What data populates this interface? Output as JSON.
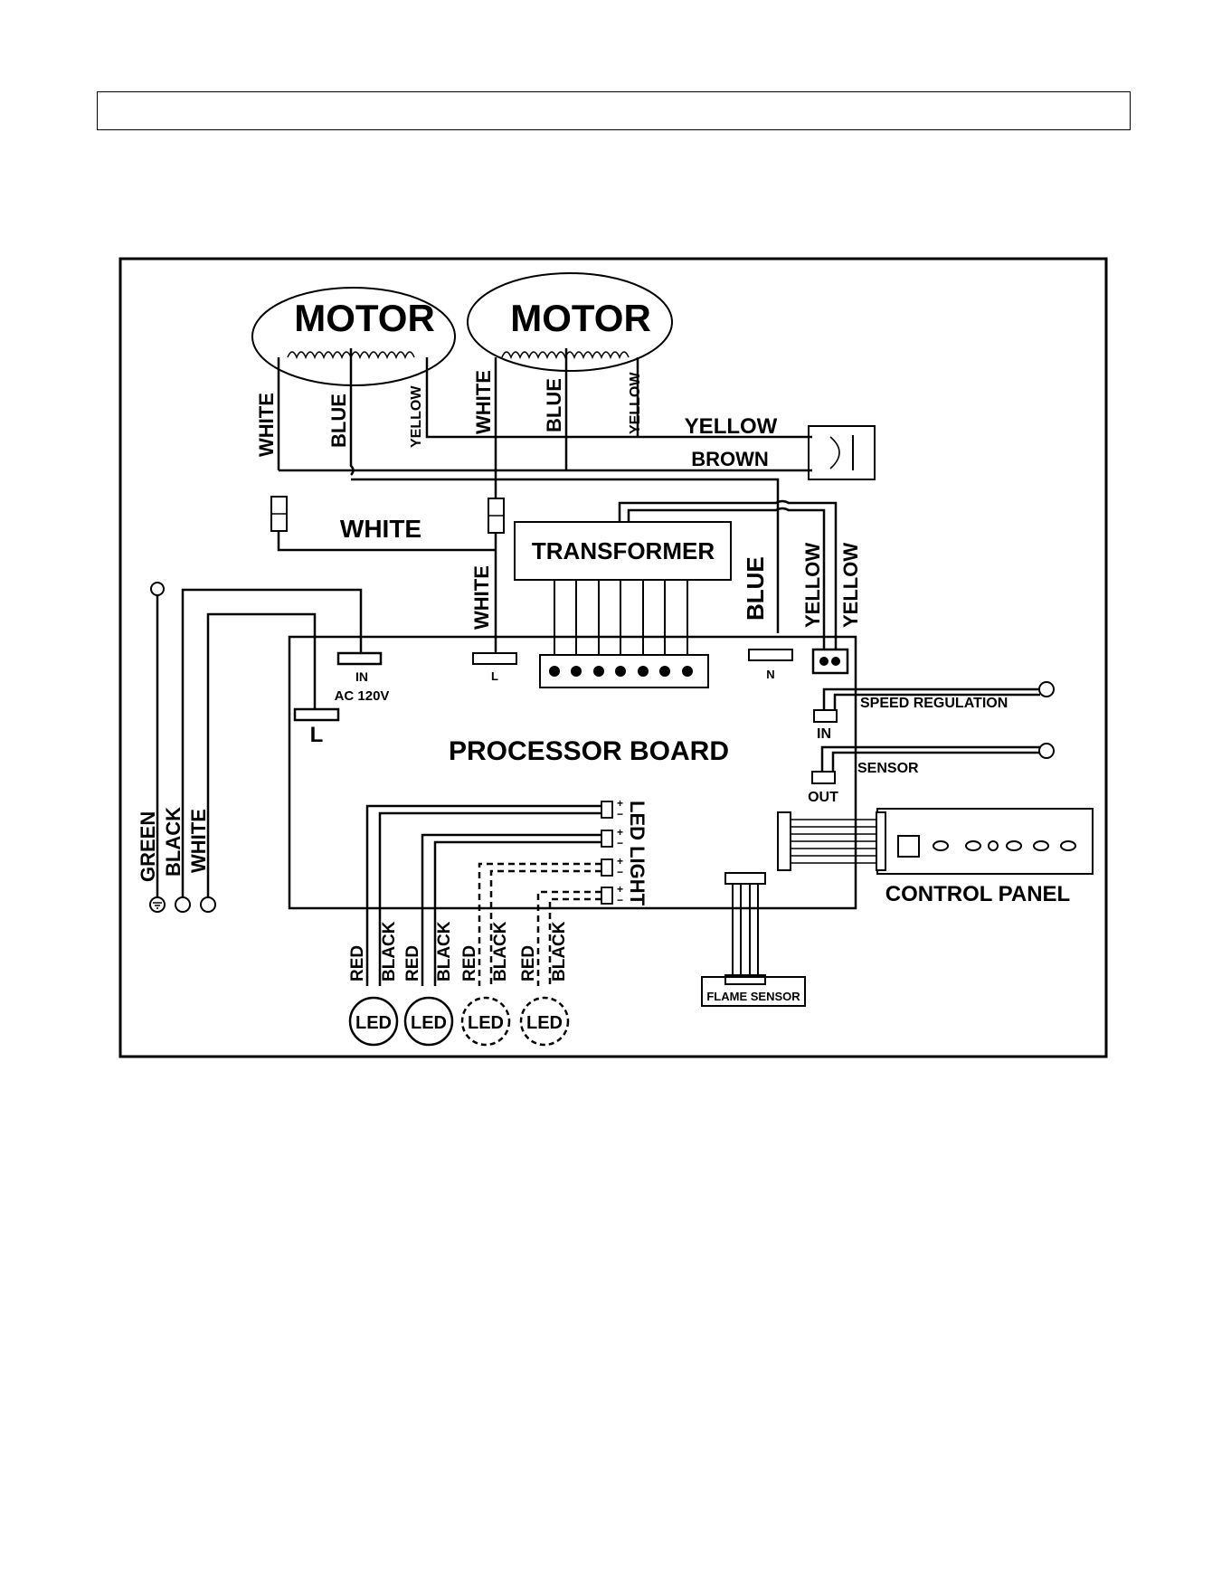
{
  "labels": {
    "motor_1": "MOTOR",
    "motor_2": "MOTOR",
    "transformer": "TRANSFORMER",
    "processor_board": "PROCESSOR BOARD",
    "control_panel": "CONTROL PANEL",
    "flame_sensor": "FLAME SENSOR",
    "speed_regulation": "SPEED REGULATION",
    "sensor": "SENSOR",
    "led_light": "LED LIGHT",
    "terminal_in": "IN",
    "ac_voltage": "AC 120V",
    "terminal_l_big": "L",
    "terminal_l_small": "L",
    "terminal_n": "N",
    "port_in": "IN",
    "port_out": "OUT",
    "led_1": "LED",
    "led_2": "LED",
    "led_3": "LED",
    "led_4": "LED",
    "plus": "+",
    "minus": "−"
  },
  "wires": {
    "motor1_white": "WHITE",
    "motor1_blue": "BLUE",
    "motor1_yellow": "YELLOW",
    "motor2_white": "WHITE",
    "motor2_blue": "BLUE",
    "motor2_yellow": "YELLOW",
    "cap_yellow": "YELLOW",
    "cap_brown": "BROWN",
    "white_horizontal": "WHITE",
    "white_to_l": "WHITE",
    "blue_to_n": "BLUE",
    "yellow_a": "YELLOW",
    "yellow_b": "YELLOW",
    "supply_green": "GREEN",
    "supply_black": "BLACK",
    "supply_white": "WHITE",
    "led1_red": "RED",
    "led1_black": "BLACK",
    "led2_red": "RED",
    "led2_black": "BLACK",
    "led3_red": "RED",
    "led3_black": "BLACK",
    "led4_red": "RED",
    "led4_black": "BLACK"
  }
}
